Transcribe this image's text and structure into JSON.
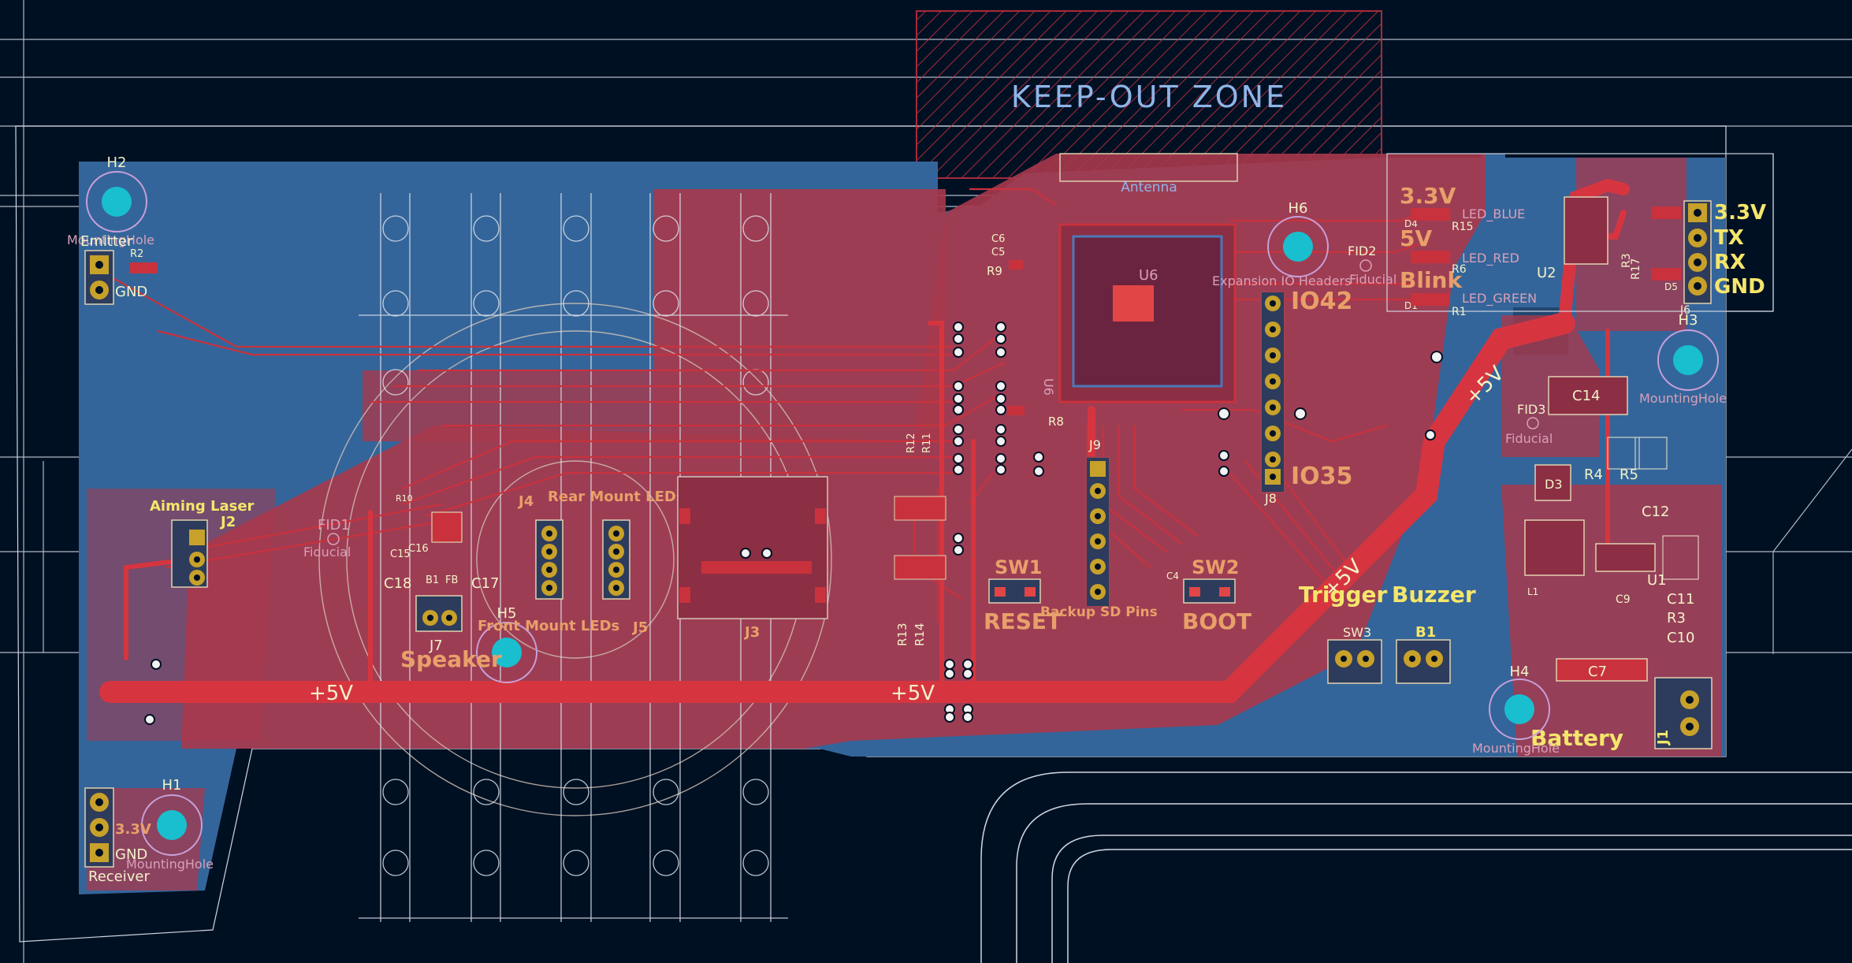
{
  "app": {
    "title": "PCB Editor",
    "view": "board-layout"
  },
  "colors": {
    "background": "#001023",
    "board_blue": "#34659a",
    "copper_red": "#c9323c",
    "copper_dark": "#8a2b3c",
    "silkscreen": "#f2f2c8",
    "silk_yellow": "#f5e66b",
    "silk_orange": "#e8a06a",
    "pad_gold": "#c8a12a",
    "hole_cyan": "#19bfcf",
    "keepout": "#c43040"
  },
  "labels": {
    "keepout": "KEEP-OUT ZONE",
    "antenna": "Antenna",
    "rail_left": "+5V",
    "rail_mid": "+5V",
    "rail_diag1": "+5V",
    "rail_diag2": "+5V",
    "v33": "3.3V",
    "v5": "5V",
    "blink": "Blink",
    "io42": "IO42",
    "io35": "IO35",
    "reset": "RESET",
    "boot": "BOOT",
    "trigger": "Trigger",
    "buzzer": "Buzzer",
    "battery": "Battery",
    "speaker": "Speaker",
    "backup_sd": "Backup SD Pins",
    "front_leds": "Front Mount LEDs",
    "rear_leds": "Rear Mount LEDs",
    "aiming_laser": "Aiming Laser",
    "emitter": "Emitter",
    "receiver": "Receiver",
    "gnd_top": "GND",
    "gnd_bottom": "GND",
    "v33_bottom": "3.3V",
    "expansion": "Expansion IO Headers",
    "led_blue": "LED_BLUE",
    "led_red": "LED_RED",
    "led_green": "LED_GREEN",
    "fiducial": "Fiducial",
    "mounting_hole": "MountingHole"
  },
  "header_j6": [
    "3.3V",
    "TX",
    "RX",
    "GND"
  ],
  "refs": {
    "h1": "H1",
    "h2": "H2",
    "h3": "H3",
    "h4": "H4",
    "h5": "H5",
    "h6": "H6",
    "u1": "U1",
    "u2": "U2",
    "u6": "U6",
    "j1": "J1",
    "j2": "J2",
    "j3": "J3",
    "j4": "J4",
    "j5": "J5",
    "j6": "J6",
    "j7": "J7",
    "j8": "J8",
    "j9": "J9",
    "sw1": "SW1",
    "sw2": "SW2",
    "sw3": "SW3",
    "b1": "B1",
    "fid1": "FID1",
    "fid2": "FID2",
    "fid3": "FID3",
    "c4": "C4",
    "c5": "C5",
    "c6": "C6",
    "c7": "C7",
    "c9": "C9",
    "c10": "C10",
    "c11": "C11",
    "c12": "C12",
    "c14": "C14",
    "c15": "C15",
    "c16": "C16",
    "c17": "C17",
    "c18": "C18",
    "r1": "R1",
    "r2": "R2",
    "r3": "R3",
    "r4": "R4",
    "r5": "R5",
    "r6": "R6",
    "r8": "R8",
    "r9": "R9",
    "r10": "R10",
    "r11": "R11",
    "r12": "R12",
    "r13": "R13",
    "r14": "R14",
    "r15": "R15",
    "r17": "R17",
    "d1": "D1",
    "d3": "D3",
    "d4": "D4",
    "d5": "D5",
    "fb": "FB",
    "l1": "L1"
  }
}
